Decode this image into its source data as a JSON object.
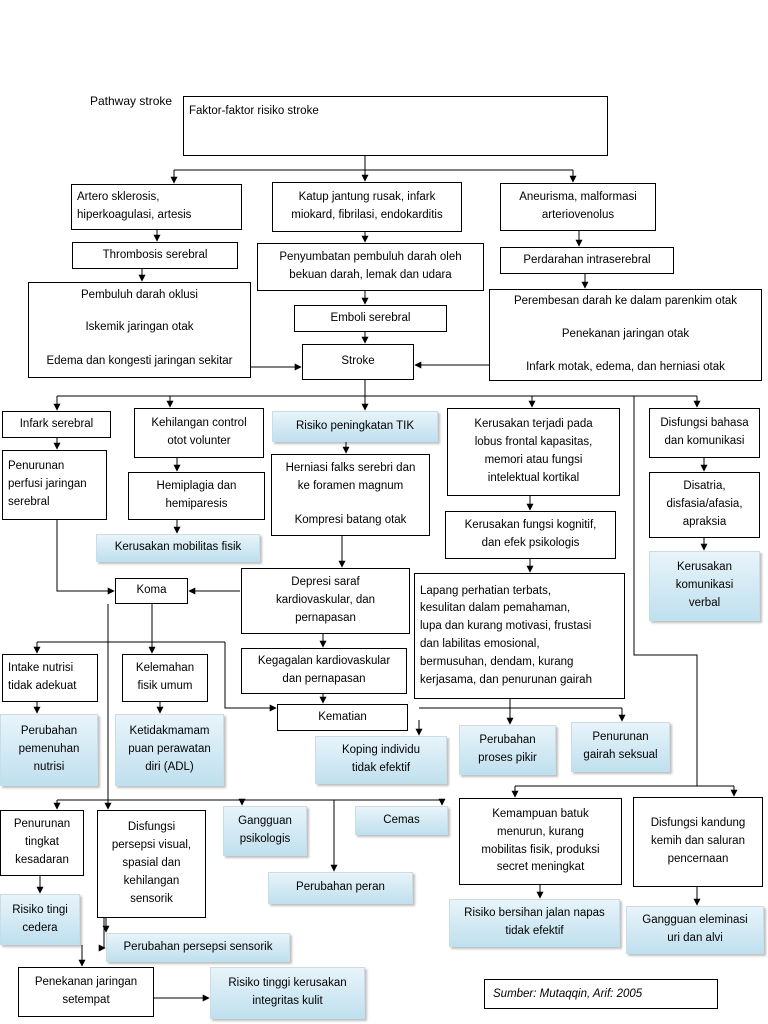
{
  "title": "Pathway stroke",
  "source": "Sumber: Mutaqqin, Arif: 2005",
  "nodes": {
    "risk_factors": "Faktor-faktor risiko stroke",
    "artero": "Artero sklerosis,\nhiperkoagulasi, artesis",
    "katup": "Katup jantung rusak, infark\nmiokard, fibrilasi, endokarditis",
    "aneurisma": "Aneurisma, malformasi\narteriovenolus",
    "thrombosis": "Thrombosis serebral",
    "penyumbatan": "Penyumbatan pembuluh darah oleh\nbekuan darah, lemak dan udara",
    "perdarahan": "Perdarahan intraserebral",
    "oklusi": "Pembuluh darah oklusi",
    "iskemik": "Iskemik jaringan otak",
    "edema": "Edema dan kongesti jaringan sekitar",
    "emboli": "Emboli serebral",
    "perembesan": "Perembesan darah ke dalam parenkim otak",
    "penekanan_otak": "Penekanan jaringan otak",
    "infark_motak": "Infark motak, edema, dan herniasi otak",
    "stroke": "Stroke",
    "infark_serebral": "Infark serebral",
    "kehilangan_control": "Kehilangan control\notot volunter",
    "risiko_tik": "Risiko peningkatan TIK",
    "kerusakan_lobus": "Kerusakan terjadi pada\nlobus frontal kapasitas,\nmemori atau fungsi\nintelektual kortikal",
    "disfungsi_bahasa": "Disfungsi bahasa\ndan komunikasi",
    "penurunan_perfusi": "Penurunan\nperfusi jaringan\nserebral",
    "hemiplagia": "Hemiplagia dan\nhemiparesis",
    "herniasi": "Herniasi falks serebri dan\nke foramen magnum",
    "kompresi": "Kompresi batang otak",
    "kerusakan_kognitif": "Kerusakan fungsi kognitif,\ndan efek psikologis",
    "disatria": "Disatria,\ndisfasia/afasia,\napraksia",
    "kerusakan_mobilitas": "Kerusakan mobilitas fisik",
    "kerusakan_komunikasi": "Kerusakan\nkomunikasi\nverbal",
    "koma": "Koma",
    "depresi_saraf": "Depresi saraf\nkardiovaskular, dan\npernapasan",
    "lapang": "Lapang perhatian terbats,\nkesulitan dalam pemahaman,\nlupa dan kurang motivasi, frustasi\ndan labilitas emosional,\nbermusuhan, dendam, kurang\nkerjasama, dan penurunan gairah",
    "intake": "Intake nutrisi\ntidak adekuat",
    "kelemahan": "Kelemahan\nfisik umum",
    "kegagalan": "Kegagalan kardiovaskular\ndan pernapasan",
    "kematian": "Kematian",
    "perubahan_nutrisi": "Perubahan\npemenuhan\nnutrisi",
    "ketidakmampuan": "Ketidakmamam\npuan perawatan\ndiri (ADL)",
    "koping": "Koping individu\ntidak efektif",
    "perubahan_pikir": "Perubahan\nproses pikir",
    "penurunan_gairah": "Penurunan\ngairah seksual",
    "penurunan_kesadaran": "Penurunan\ntingkat\nkesadaran",
    "disfungsi_persepsi": "Disfungsi\npersepsi visual,\nspasial dan\nkehilangan\nsensorik",
    "gangguan_psikologis": "Gangguan\npsikologis",
    "cemas": "Cemas",
    "kemampuan_batuk": "Kemampuan batuk\nmenurun, kurang\nmobilitas fisik, produksi\nsecret meningkat",
    "disfungsi_kandung": "Disfungsi kandung\nkemih dan saluran\npencernaan",
    "perubahan_peran": "Perubahan peran",
    "risiko_cedera": "Risiko tingi\ncedera",
    "perubahan_persepsi": "Perubahan persepsi sensorik",
    "risiko_jalan_napas": "Risiko bersihan jalan napas\ntidak efektif",
    "gangguan_eliminasi": "Gangguan eleminasi\nuri dan alvi",
    "penekanan_setempat": "Penekanan jaringan\nsetempat",
    "risiko_kulit": "Risiko tinggi kerusakan\nintegritas kulit"
  }
}
